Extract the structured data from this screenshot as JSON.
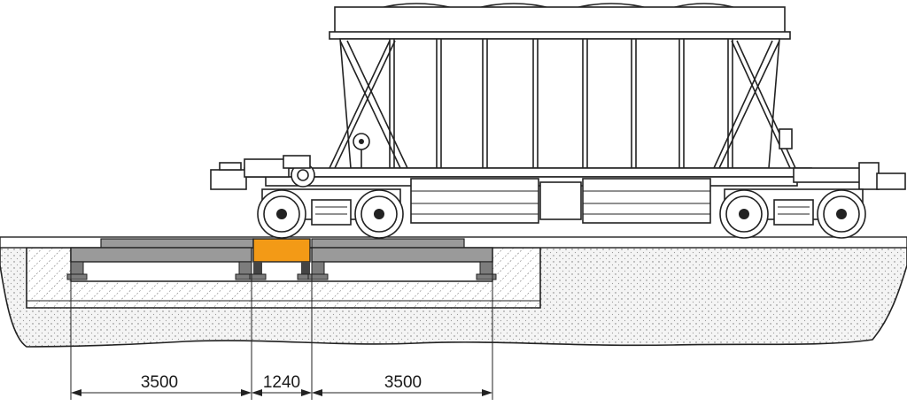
{
  "diagram": {
    "colors": {
      "background": "#ffffff",
      "ground": "#f2f2f2",
      "hatch": "#555555",
      "platform": "#9a9a9a",
      "platform_dark": "#7c7c7c",
      "middle_platform": "#f39a16",
      "line": "#222222"
    },
    "dimensions": [
      {
        "label": "3500"
      },
      {
        "label": "1240"
      },
      {
        "label": "3500"
      }
    ]
  }
}
